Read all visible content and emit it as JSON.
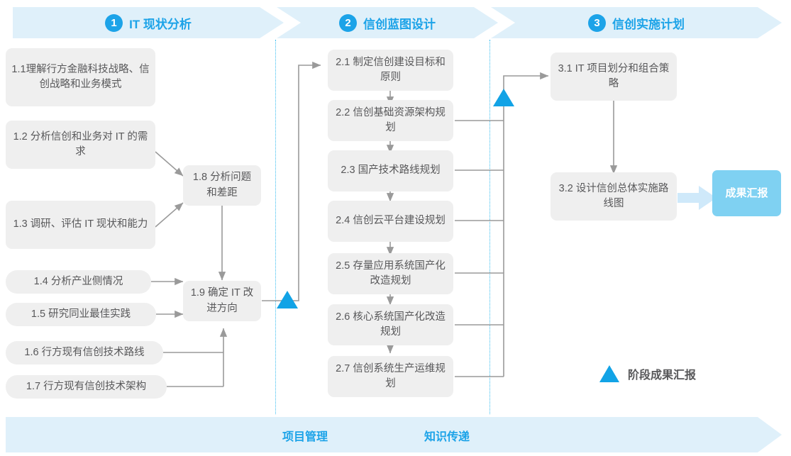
{
  "phases": [
    {
      "num": "1",
      "title": "IT 现状分析"
    },
    {
      "num": "2",
      "title": "信创蓝图设计"
    },
    {
      "num": "3",
      "title": "信创实施计划"
    }
  ],
  "nodes": {
    "n11": "1.1理解行方金融科技战略、信创战略和业务模式",
    "n12": "1.2 分析信创和业务对 IT 的需求",
    "n13": "1.3 调研、评估 IT 现状和能力",
    "n14": "1.4 分析产业侧情况",
    "n15": "1.5 研究同业最佳实践",
    "n16": "1.6 行方现有信创技术路线",
    "n17": "1.7 行方现有信创技术架构",
    "n18": "1.8 分析问题和差距",
    "n19": "1.9 确定 IT 改进方向",
    "n21": "2.1 制定信创建设目标和原则",
    "n22": "2.2 信创基础资源架构规划",
    "n23": "2.3 国产技术路线规划",
    "n24": "2.4 信创云平台建设规划",
    "n25": "2.5 存量应用系统国产化改造规划",
    "n26": "2.6 核心系统国产化改造规划",
    "n27": "2.7 信创系统生产运维规划",
    "n31": "3.1 IT 项目划分和组合策略",
    "n32": "3.2 设计信创总体实施路线图"
  },
  "deliverable": "成果汇报",
  "legend": {
    "label": "阶段成果汇报"
  },
  "footer": {
    "labels": [
      "项目管理",
      "知识传递"
    ]
  },
  "colors": {
    "accent": "#1ca3e8",
    "banner_bg": "#dff0fa",
    "node_bg": "#efefef",
    "node_text": "#58585a",
    "deliverable_bg": "#7fd1f2",
    "milestone": "#12a3e6",
    "wire": "#9a9a9a",
    "divider": "#38bdf0"
  }
}
